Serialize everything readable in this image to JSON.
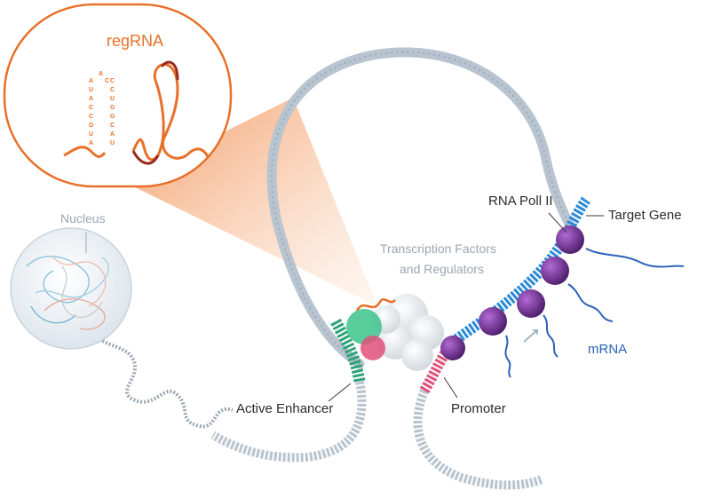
{
  "callout": {
    "title": "regRNA",
    "stem_left": [
      "A",
      "U",
      "A",
      "C",
      "C",
      "G",
      "U",
      "A"
    ],
    "stem_loop": [
      "A",
      "C"
    ],
    "stem_right": [
      "C",
      "C",
      "U",
      "G",
      "G",
      "C",
      "A",
      "U"
    ]
  },
  "labels": {
    "nucleus": "Nucleus",
    "tf_line1": "Transcription Factors",
    "tf_line2": "and Regulators",
    "rna_pol": "RNA Poll II",
    "target_gene": "Target Gene",
    "mrna": "mRNA",
    "active_enhancer": "Active Enhancer",
    "promoter": "Promoter"
  },
  "colors": {
    "orange": "#e8702a",
    "dark_red": "#9a2a1e",
    "dna_grey": "#b8c4cf",
    "enhancer_green": "#2fa37a",
    "promoter_pink": "#e0507a",
    "gene_blue": "#2a8ad6",
    "polymerase_purple": "#6a2c8a",
    "mrna_blue": "#2a63b8"
  }
}
